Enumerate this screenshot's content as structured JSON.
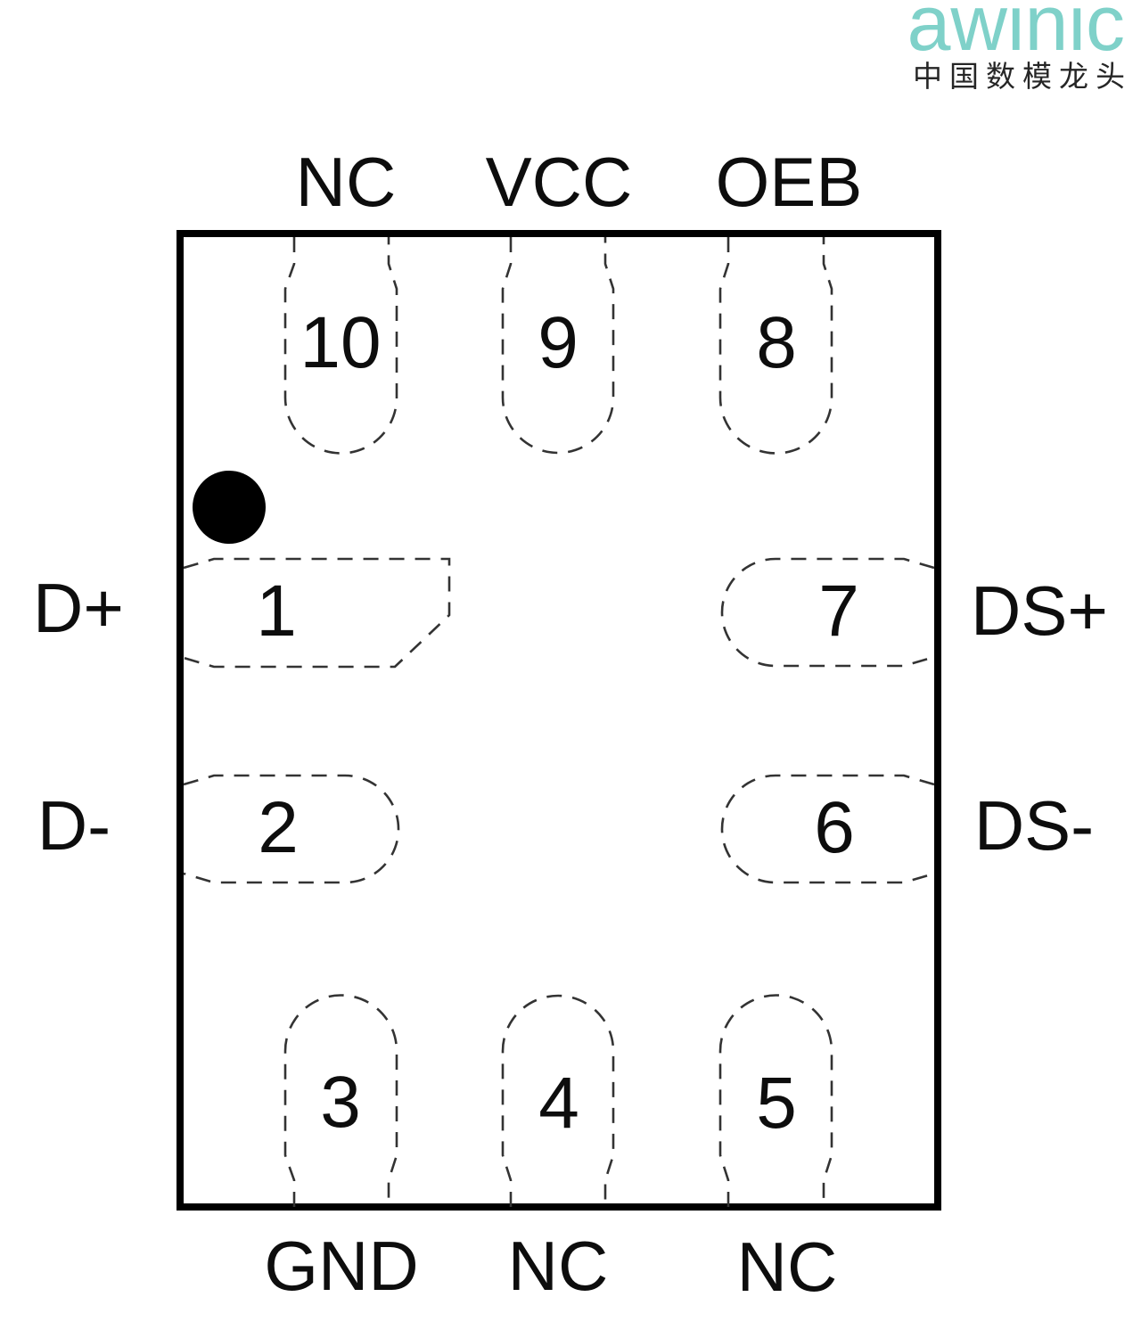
{
  "logo": {
    "brand": "awinic",
    "tagline": "中国数模龙头",
    "brand_color": "#7fd1c9",
    "tagline_color": "#262626"
  },
  "chip": {
    "pins": {
      "top": [
        {
          "number": "10",
          "label": "NC"
        },
        {
          "number": "9",
          "label": "VCC"
        },
        {
          "number": "8",
          "label": "OEB"
        }
      ],
      "left": [
        {
          "number": "1",
          "label": "D+"
        },
        {
          "number": "2",
          "label": "D-"
        }
      ],
      "right": [
        {
          "number": "7",
          "label": "DS+"
        },
        {
          "number": "6",
          "label": "DS-"
        }
      ],
      "bottom": [
        {
          "number": "3",
          "label": "GND"
        },
        {
          "number": "4",
          "label": "NC"
        },
        {
          "number": "5",
          "label": "NC"
        }
      ]
    }
  }
}
